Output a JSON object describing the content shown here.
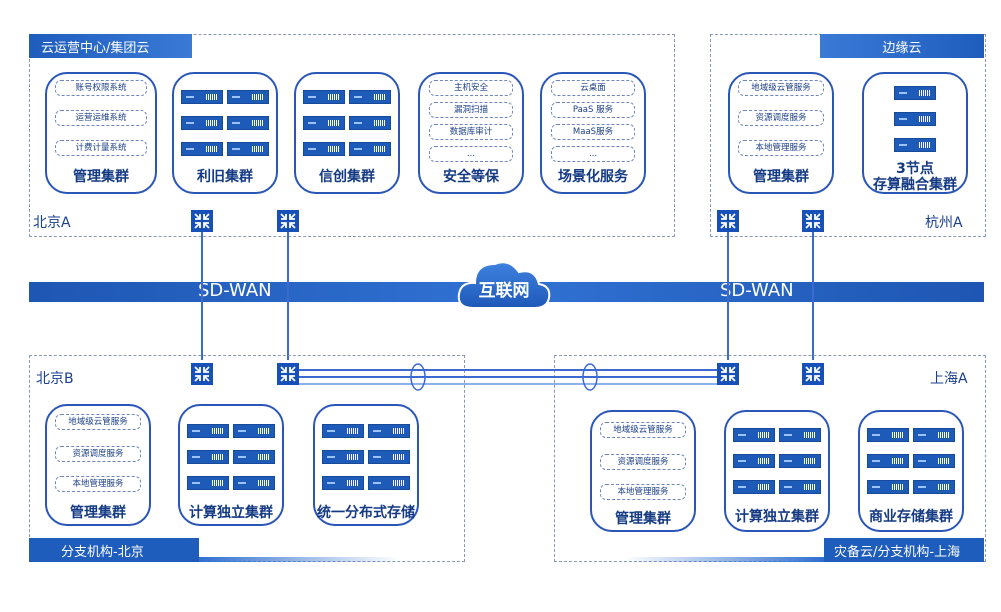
{
  "wan": {
    "left_label": "SD-WAN",
    "right_label": "SD-WAN",
    "internet_label": "互联网"
  },
  "regions": {
    "beijing_a": {
      "header": "云运营中心/集团云",
      "location": "北京A",
      "mgmt": {
        "items": [
          "账号权限系统",
          "运营运维系统",
          "计费计量系统"
        ],
        "title": "管理集群"
      },
      "legacy": {
        "title": "利旧集群"
      },
      "xinchuang": {
        "title": "信创集群"
      },
      "security": {
        "items": [
          "主机安全",
          "漏洞扫描",
          "数据库审计",
          "..."
        ],
        "title": "安全等保"
      },
      "scenario": {
        "items": [
          "云桌面",
          "PaaS 服务",
          "MaaS服务",
          "..."
        ],
        "title": "场景化服务"
      }
    },
    "hangzhou_a": {
      "header": "边缘云",
      "location": "杭州A",
      "mgmt": {
        "items": [
          "地域级云管服务",
          "资源调度服务",
          "本地管理服务"
        ],
        "title": "管理集群"
      },
      "storage": {
        "title_line1": "3节点",
        "title_line2": "存算融合集群"
      }
    },
    "beijing_b": {
      "location": "北京B",
      "footer": "分支机构-北京",
      "mgmt": {
        "items": [
          "地域级云管服务",
          "资源调度服务",
          "本地管理服务"
        ],
        "title": "管理集群"
      },
      "compute": {
        "title": "计算独立集群"
      },
      "storage": {
        "title": "统一分布式存储"
      }
    },
    "shanghai_a": {
      "location": "上海A",
      "footer": "灾备云/分支机构-上海",
      "mgmt": {
        "items": [
          "地域级云管服务",
          "资源调度服务",
          "本地管理服务"
        ],
        "title": "管理集群"
      },
      "compute": {
        "title": "计算独立集群"
      },
      "storage": {
        "title": "商业存储集群"
      }
    }
  },
  "colors": {
    "primary": "#1f5dbd",
    "dark": "#143a84",
    "router": "#1650b8",
    "region_border": "#8a97b5"
  },
  "icons": {
    "router": "network-switch-icon",
    "server": "server-rack-icon",
    "cloud": "cloud-icon",
    "link": "tunnel-ring-icon"
  }
}
